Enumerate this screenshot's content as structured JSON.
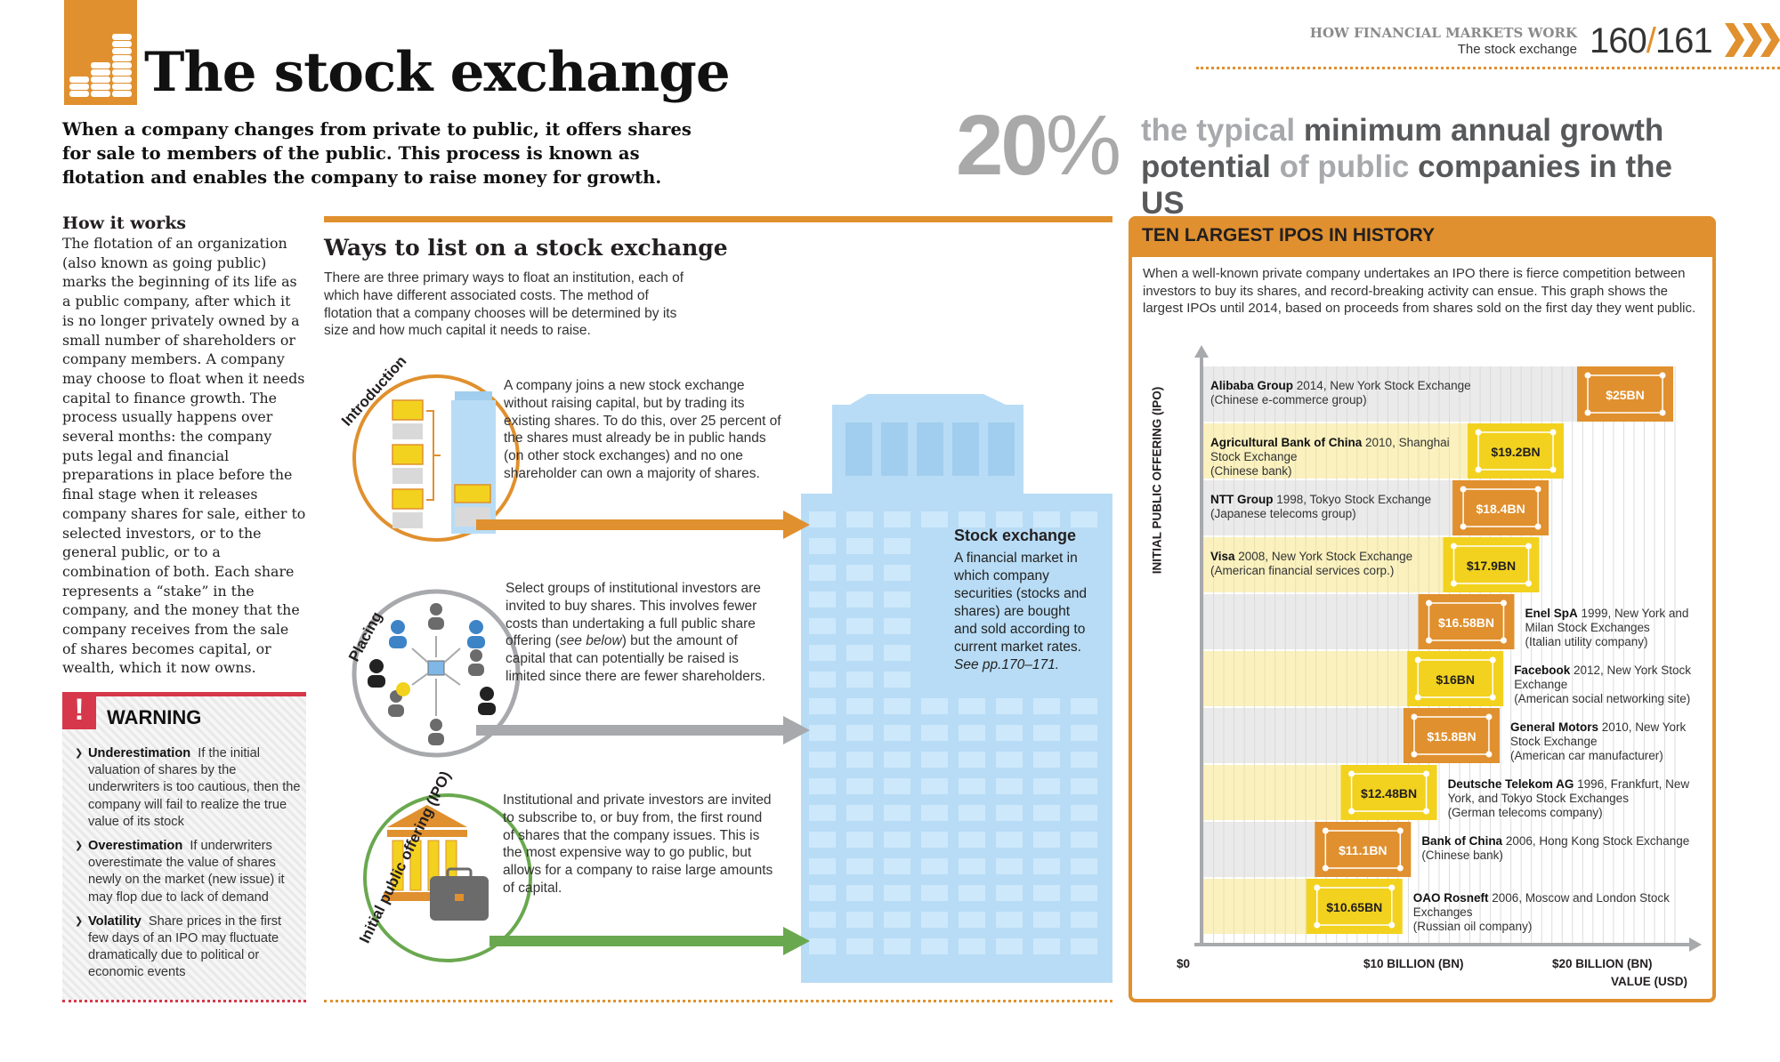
{
  "header": {
    "title": "The stock exchange",
    "lead": "When a company changes from private to public, it offers shares for sale to members of the public. This process is known as flotation and enables the company to raise money for growth.",
    "section": "HOW FINANCIAL MARKETS WORK",
    "subsection": "The stock exchange",
    "page_left": "160",
    "page_sep": "/",
    "page_right": "161"
  },
  "stat": {
    "number": "20",
    "symbol": "%",
    "text_light_1": "the typical",
    "text_dark_1": " minimum annual growth potential ",
    "text_light_2": "of public",
    "text_dark_2": " companies in the US"
  },
  "how_it_works": {
    "title": "How it works",
    "body": "The flotation of an organization (also known as going public) marks the beginning of its life as a public company, after which it is no longer privately owned by a small number of shareholders or company members. A company may choose to float when it needs capital to finance growth. The process usually happens over several months: the company puts legal and financial preparations in place before the final stage when it releases company shares for sale, either to selected investors, or to the general public, or to a combination of both. Each share represents a “stake” in the company, and the money that the company receives from the sale of shares becomes capital, or wealth, which it now owns."
  },
  "warning": {
    "icon": "!",
    "title": "WARNING",
    "items": [
      {
        "term": "Underestimation",
        "text": "If the initial valuation of shares by the underwriters is too cautious, then the company will fail to realize the true value of its stock"
      },
      {
        "term": "Overestimation",
        "text": "If underwriters overestimate the value of shares newly on the market (new issue) it may flop due to lack of demand"
      },
      {
        "term": "Volatility",
        "text": "Share prices in the first few days of an IPO may fluctuate dramatically due to political or economic events"
      }
    ]
  },
  "ways": {
    "title": "Ways to list on a stock exchange",
    "body": "There are three primary ways to float an institution, each of which have different associated costs. The method of flotation that a company chooses will be determined by its size and how much capital it needs to raise.",
    "methods": [
      {
        "label": "Introduction",
        "color": "#e0902e",
        "desc": "A company joins a new stock exchange without raising capital, but by trading its existing shares. To do this, over 25 percent of the shares must already be in public hands (on other stock exchanges) and no one shareholder can own a majority of shares."
      },
      {
        "label": "Placing",
        "color": "#a7a9ac",
        "desc_a": "Select groups of institutional investors are invited to buy shares. This involves fewer costs than undertaking a full public share offering (",
        "desc_em": "see below",
        "desc_b": ") but the amount of capital that can potentially be raised is limited since there are fewer shareholders."
      },
      {
        "label": "Initial public offering (IPO)",
        "color": "#6aa84f",
        "desc": "Institutional and private investors are invited to subscribe to, or buy from, the first round of shares that the company issues. This is the most expensive way to go public, but allows for a company to raise large amounts of capital."
      }
    ],
    "stock_exchange": {
      "title": "Stock exchange",
      "body": "A financial market in which company securities (stocks and shares) are bought and sold according to current market rates.",
      "ref": "See pp.170–171."
    }
  },
  "ipo_panel": {
    "title": "TEN LARGEST IPOS IN HISTORY",
    "body": "When a well-known private company undertakes an IPO there is fierce competition between investors to buy its shares, and record-breaking activity can ensue. This graph shows the largest IPOs until 2014, based on proceeds from shares sold on the first day they went public."
  },
  "chart_data": {
    "type": "bar",
    "orientation": "horizontal",
    "title": "TEN LARGEST IPOS IN HISTORY",
    "ylabel": "INITIAL PUBLIC OFFERING (IPO)",
    "xlabel": "VALUE (USD)",
    "xlim": [
      0,
      25
    ],
    "xticks": [
      {
        "value": 0,
        "label": "$0"
      },
      {
        "value": 10,
        "label": "$10 BILLION (BN)"
      },
      {
        "value": 20,
        "label": "$20 BILLION (BN)"
      }
    ],
    "grid": true,
    "colors": {
      "orange": "#e0902e",
      "yellow": "#f2d21e",
      "grey_stripe": "#d9d9d9",
      "yellow_stripe": "#f6e58a"
    },
    "series": [
      {
        "name": "",
        "bars": [
          {
            "name": "Alibaba Group",
            "year": "2014",
            "exchange": "New York Stock Exchange",
            "desc": "(Chinese e-commerce group)",
            "value": 25,
            "label": "$25BN",
            "color": "orange"
          },
          {
            "name": "Agricultural Bank of China",
            "year": "2010",
            "exchange": "Shanghai Stock Exchange",
            "desc": "(Chinese bank)",
            "value": 19.2,
            "label": "$19.2BN",
            "color": "yellow"
          },
          {
            "name": "NTT Group",
            "year": "1998",
            "exchange": "Tokyo Stock Exchange",
            "desc": "(Japanese telecoms group)",
            "value": 18.4,
            "label": "$18.4BN",
            "color": "orange"
          },
          {
            "name": "Visa",
            "year": "2008",
            "exchange": "New York Stock Exchange",
            "desc": "(American financial services corp.)",
            "value": 17.9,
            "label": "$17.9BN",
            "color": "yellow"
          },
          {
            "name": "Enel SpA",
            "year": "1999",
            "exchange": "New York and Milan Stock Exchanges",
            "desc": "(Italian utility company)",
            "value": 16.58,
            "label": "$16.58BN",
            "color": "orange"
          },
          {
            "name": "Facebook",
            "year": "2012",
            "exchange": "New York Stock Exchange",
            "desc": "(American social networking site)",
            "value": 16,
            "label": "$16BN",
            "color": "yellow"
          },
          {
            "name": "General Motors",
            "year": "2010",
            "exchange": "New York Stock Exchange",
            "desc": "(American car manufacturer)",
            "value": 15.8,
            "label": "$15.8BN",
            "color": "orange"
          },
          {
            "name": "Deutsche Telekom AG",
            "year": "1996",
            "exchange": "Frankfurt, New York, and Tokyo Stock Exchanges",
            "desc": "(German telecoms company)",
            "value": 12.48,
            "label": "$12.48BN",
            "color": "yellow"
          },
          {
            "name": "Bank of China",
            "year": "2006",
            "exchange": "Hong Kong Stock Exchange",
            "desc": "(Chinese bank)",
            "value": 11.1,
            "label": "$11.1BN",
            "color": "orange"
          },
          {
            "name": "OAO Rosneft",
            "year": "2006",
            "exchange": "Moscow and London Stock Exchanges",
            "desc": "(Russian oil company)",
            "value": 10.65,
            "label": "$10.65BN",
            "color": "yellow"
          }
        ]
      }
    ]
  }
}
